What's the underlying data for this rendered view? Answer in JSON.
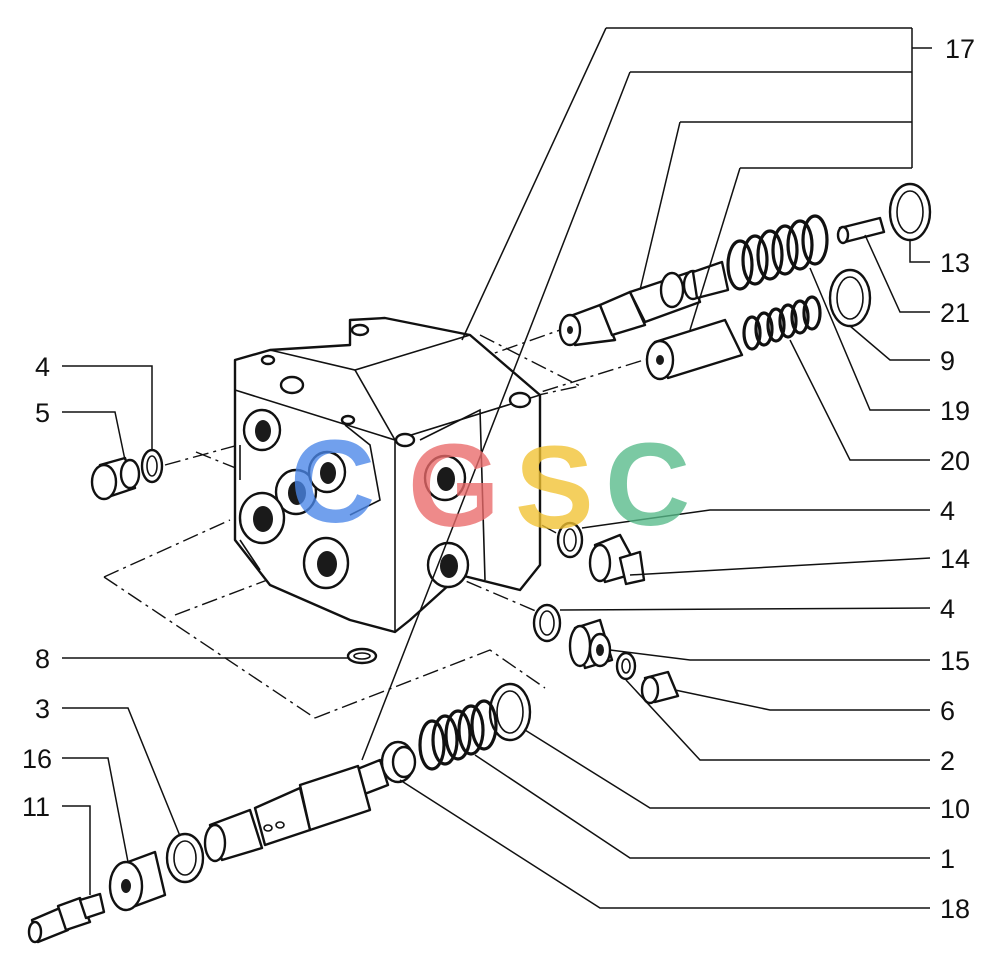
{
  "callouts_right": [
    "17",
    "13",
    "21",
    "9",
    "19",
    "20",
    "4",
    "14",
    "4",
    "15",
    "6",
    "2",
    "10",
    "1",
    "18"
  ],
  "callouts_left": [
    "4",
    "5",
    "8",
    "3",
    "16",
    "11"
  ],
  "watermark": {
    "letters": [
      "C",
      "G",
      "S",
      "C"
    ],
    "colors": [
      "#4a86e8",
      "#ea6a6a",
      "#f1c232",
      "#57bb8a"
    ]
  }
}
